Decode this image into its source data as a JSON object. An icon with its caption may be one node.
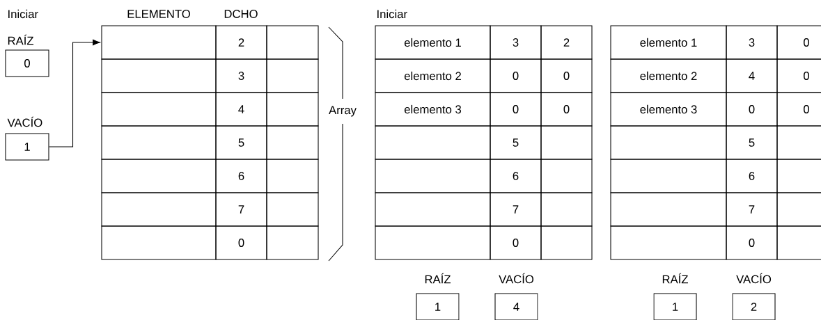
{
  "diagram": {
    "nodes": [
      {
        "text": [
          "RAÍZ",
          "0"
        ]
      },
      {
        "text": [
          "VACÍO",
          "1"
        ]
      },
      {
        "text": [],
        "shape": "box"
      },
      {
        "text": [
          "RAÍZ",
          "1"
        ]
      },
      {
        "text": [
          "VACÍO",
          "4"
        ]
      },
      {
        "text": [
          "RAÍZ",
          "1"
        ]
      },
      {
        "text": [
          "VACÍO",
          "2"
        ]
      }
    ],
    "edges": [
      {
        "from": 1,
        "to": 2,
        "arrow": "to"
      }
    ],
    "labels": [
      "Iniciar",
      "ELEMENTO",
      "DCHO",
      "2",
      "3",
      "4",
      "5",
      "6",
      "7",
      "0",
      "Array",
      "Iniciar",
      "elemento 1",
      "3",
      "2",
      "elemento 2",
      "0",
      "0",
      "elemento 3",
      "0",
      "0",
      "5",
      "6",
      "7",
      "0",
      "elemento 1",
      "3",
      "0",
      "elemento 2",
      "4",
      "0",
      "elemento 3",
      "0",
      "0",
      "5",
      "6",
      "7",
      "0"
    ]
  }
}
